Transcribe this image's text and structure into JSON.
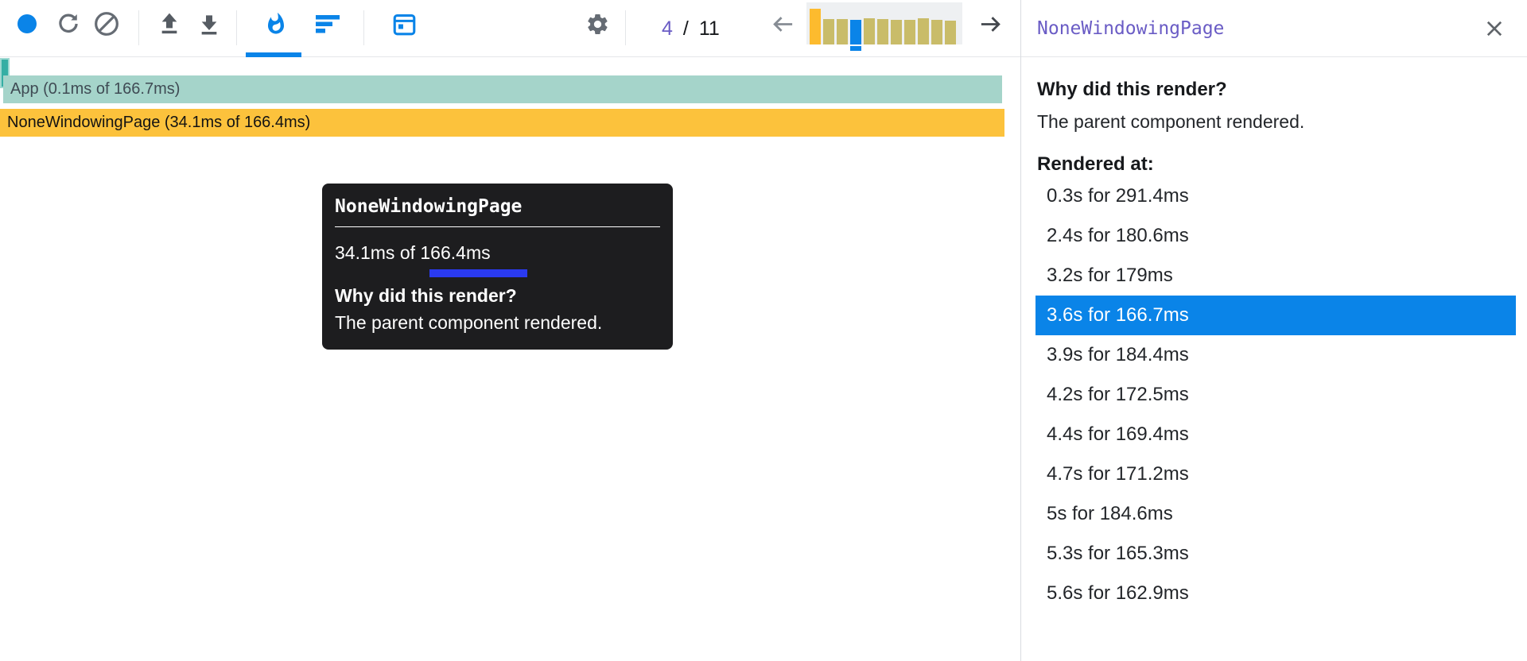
{
  "toolbar": {
    "icons": [
      {
        "name": "record",
        "color": "#0a84e8"
      },
      {
        "name": "reload-and-start-profiling"
      },
      {
        "name": "clear-profiling-data"
      },
      {
        "name": "load-profile"
      },
      {
        "name": "save-profile"
      },
      {
        "name": "flamegraph-chart",
        "active": true,
        "color": "#0a84e8"
      },
      {
        "name": "ranked-chart",
        "color": "#0a84e8"
      },
      {
        "name": "timeline",
        "color": "#0a84e8"
      },
      {
        "name": "settings"
      }
    ],
    "pagination": {
      "current": "4",
      "separator": "/",
      "total": "11"
    },
    "commit_selector": {
      "durations_ms": [
        291.4,
        180.6,
        179,
        166.7,
        184.4,
        172.5,
        169.4,
        171.2,
        184.6,
        165.3,
        162.9
      ],
      "selected_index": 3,
      "bar_color": "#c9bc69",
      "max_color": "#fdbb2e",
      "selected_color": "#0a84e8"
    }
  },
  "flame_chart": {
    "rows": [
      {
        "label": "App (0.1ms of 166.7ms)",
        "color": "#a5d4ca"
      },
      {
        "label": "NoneWindowingPage (34.1ms of 166.4ms)",
        "color": "#fcc23c"
      },
      {
        "label": "",
        "color": "#35aea4"
      }
    ]
  },
  "tooltip": {
    "title": "NoneWindowingPage",
    "timing": "34.1ms of 166.4ms",
    "question": "Why did this render?",
    "answer": "The parent component rendered."
  },
  "side_panel": {
    "title": "NoneWindowingPage",
    "why_title": "Why did this render?",
    "why_text": "The parent component rendered.",
    "rendered_at_label": "Rendered at:",
    "rendered_at": [
      "0.3s for 291.4ms",
      "2.4s for 180.6ms",
      "3.2s for 179ms",
      "3.6s for 166.7ms",
      "3.9s for 184.4ms",
      "4.2s for 172.5ms",
      "4.4s for 169.4ms",
      "4.7s for 171.2ms",
      "5s for 184.6ms",
      "5.3s for 165.3ms",
      "5.6s for 162.9ms"
    ],
    "selected_index": 3
  }
}
